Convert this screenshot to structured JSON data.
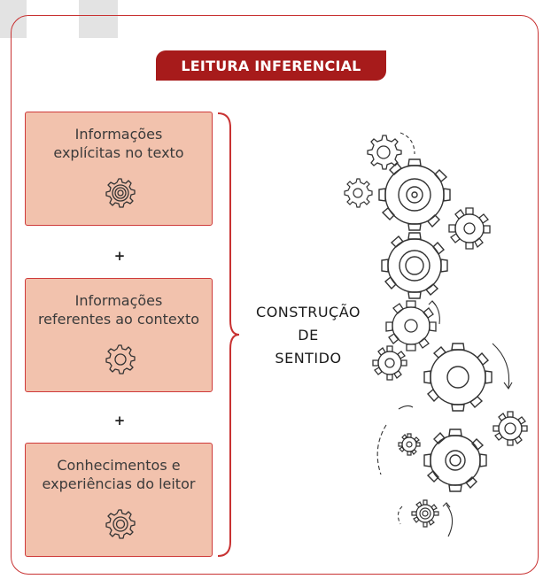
{
  "title": "LEITURA INFERENCIAL",
  "boxes": [
    {
      "text": "Informações\nexplícitas no texto",
      "gear_icon": "gear-double-ring-icon"
    },
    {
      "text": "Informações\nreferentes ao contexto",
      "gear_icon": "gear-ring-icon"
    },
    {
      "text": "Conhecimentos e\nexperiências do leitor",
      "gear_icon": "gear-concentric-icon"
    }
  ],
  "plus_signs": [
    "+",
    "+"
  ],
  "conclusion": {
    "line1": "CONSTRUÇÃO",
    "line2": "DE",
    "line3": "SENTIDO"
  },
  "colors": {
    "accent": "#a71b1b",
    "border": "#c83232",
    "box_fill": "#f2c2ad",
    "tab_gray": "#e3e3e3"
  }
}
